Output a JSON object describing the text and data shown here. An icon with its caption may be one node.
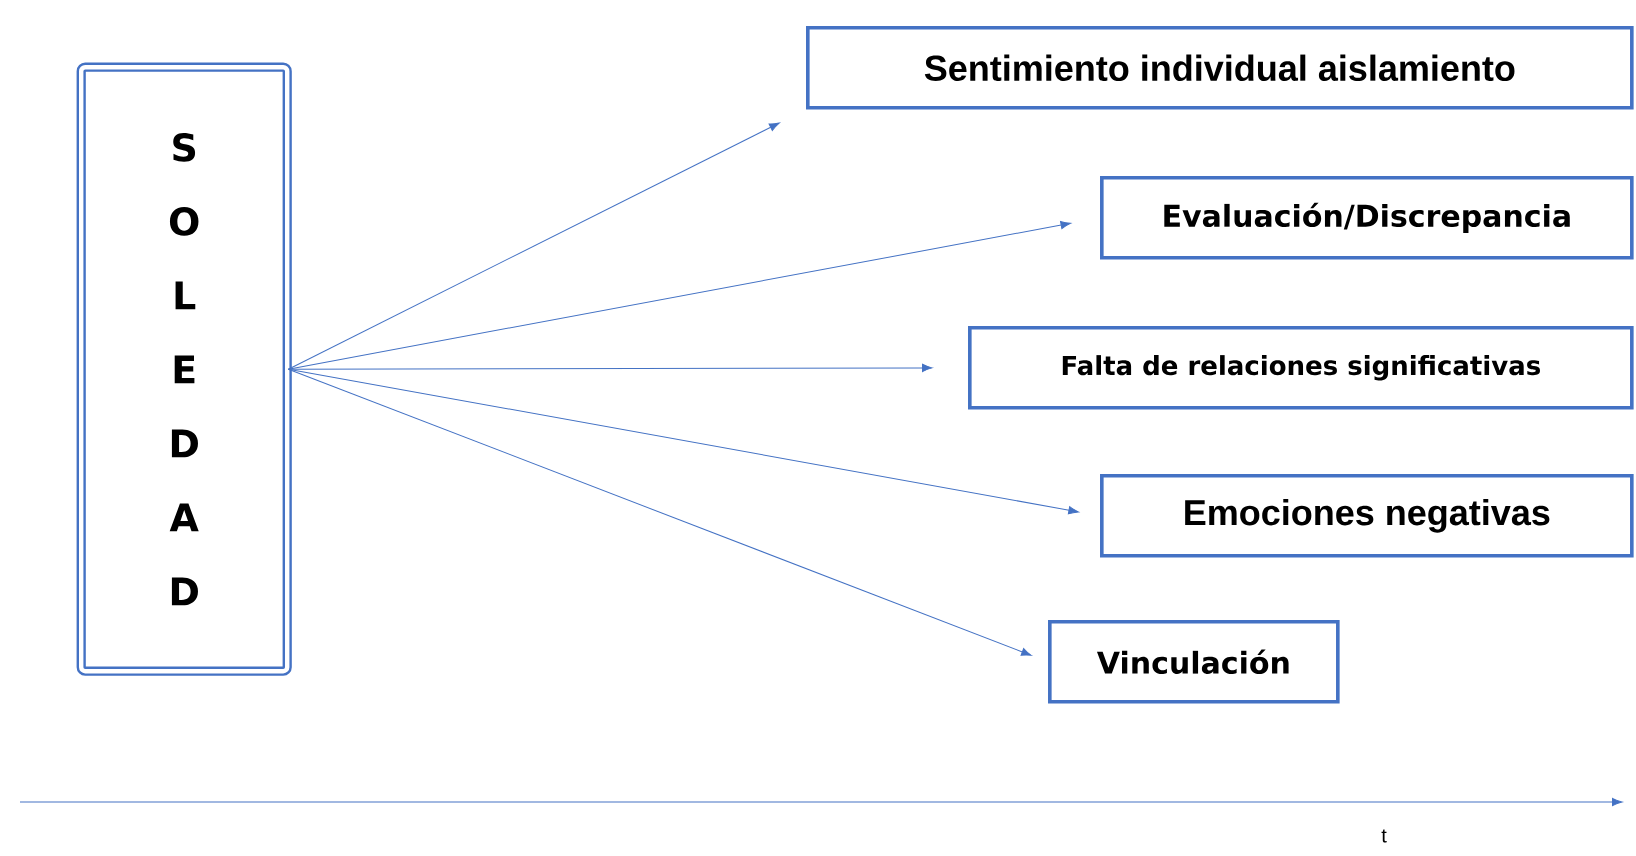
{
  "diagram": {
    "nodes": [
      {
        "text": [
          "S O L E D A D"
        ]
      },
      {
        "text": [
          "Sentimiento individual aislamiento"
        ]
      },
      {
        "text": [
          "Evaluación/Discrepancia"
        ]
      },
      {
        "text": [
          "Falta de relaciones significativas"
        ]
      },
      {
        "text": [
          "Emociones negativas"
        ]
      },
      {
        "text": [
          "Vinculación"
        ]
      }
    ],
    "edges": [
      {
        "from": 0,
        "to": 1,
        "arrow": "to"
      },
      {
        "from": 0,
        "to": 2,
        "arrow": "to"
      },
      {
        "from": 0,
        "to": 3,
        "arrow": "to"
      },
      {
        "from": 0,
        "to": 4,
        "arrow": "to"
      },
      {
        "from": 0,
        "to": 5,
        "arrow": "to"
      }
    ],
    "labels": [
      "t"
    ]
  }
}
